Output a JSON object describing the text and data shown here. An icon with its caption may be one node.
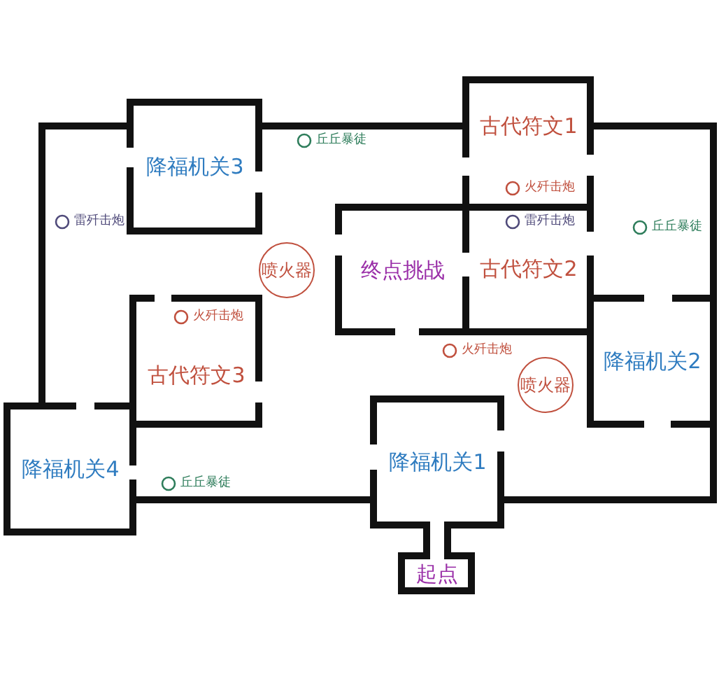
{
  "diagram": {
    "nodes": [
      {
        "text": [
          "降福机关3"
        ]
      },
      {
        "text": [
          "古代符文1"
        ]
      },
      {
        "text": [
          "喷火器"
        ]
      },
      {
        "text": [
          "终点挑战"
        ]
      },
      {
        "text": [
          "古代符文2"
        ]
      },
      {
        "text": [
          "古代符文3"
        ]
      },
      {
        "text": [
          "降福机关2"
        ]
      },
      {
        "text": [
          "喷火器"
        ]
      },
      {
        "text": [
          "降福机关4"
        ]
      },
      {
        "text": [
          "降福机关1"
        ]
      },
      {
        "text": [
          "起点"
        ]
      }
    ],
    "labels": [
      "丘丘暴徒",
      "火歼击炮",
      "雷歼击炮",
      "雷歼击炮",
      "丘丘暴徒",
      "火歼击炮",
      "火歼击炮",
      "丘丘暴徒"
    ]
  }
}
